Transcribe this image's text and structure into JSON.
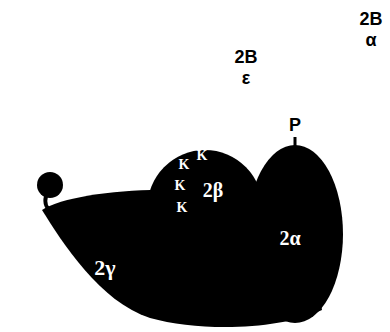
{
  "diagram": {
    "nodes": [
      {
        "text": [
          "2γ"
        ]
      },
      {
        "text": [
          "K",
          "K",
          "K",
          "K",
          "2β"
        ]
      },
      {
        "text": [
          "2α"
        ]
      }
    ],
    "labels": [
      "2B ε",
      "2B α",
      "P"
    ]
  }
}
